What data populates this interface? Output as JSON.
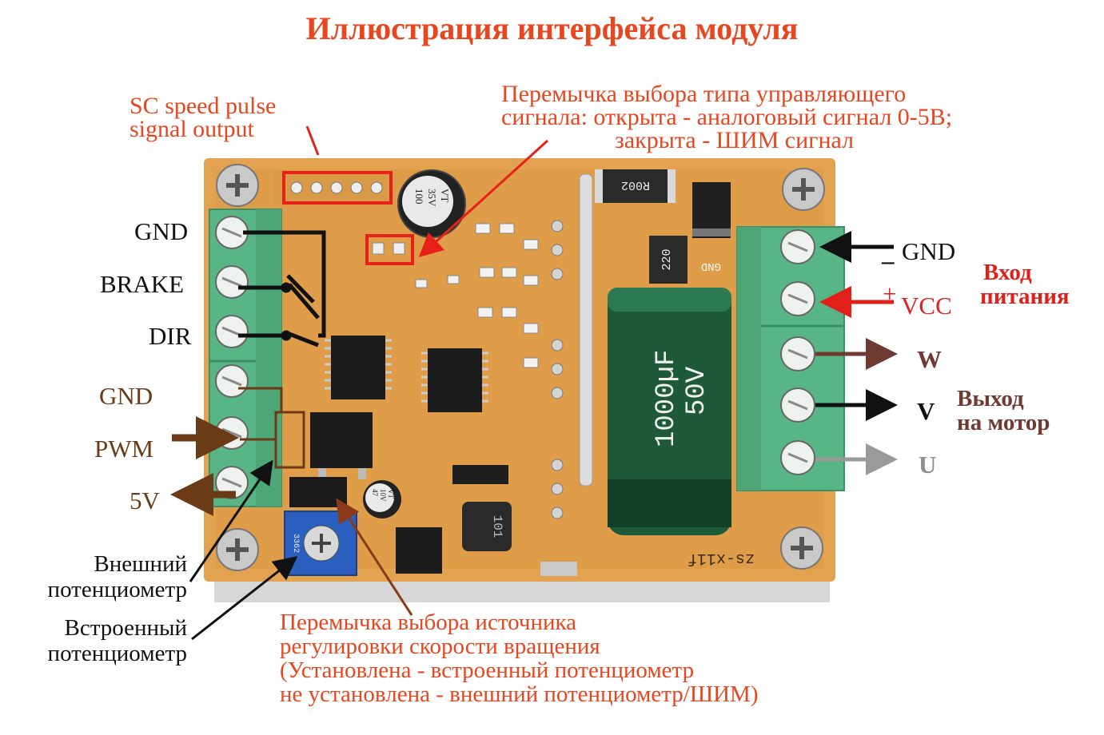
{
  "title": "Иллюстрация интерфейса модуля",
  "notes": {
    "sc_output": [
      "SC speed pulse",
      "signal output"
    ],
    "signal_jumper": [
      "Перемычка выбора типа управляющего",
      "сигнала: открыта - аналоговый сигнал 0-5В;",
      "закрыта - ШИМ сигнал"
    ],
    "speed_jumper": [
      "Перемычка выбора источника",
      "регулировки скорости вращения",
      "(Установлена - встроенный потенциометр",
      "не установлена - внешний потенциометр/ШИМ)"
    ],
    "external_pot": [
      "Внешний",
      "потенциометр"
    ],
    "internal_pot": [
      "Встроенный",
      "потенциометр"
    ]
  },
  "left_terminals": {
    "gnd_top": "GND",
    "brake": "BRAKE",
    "dir": "DIR",
    "gnd_bottom": "GND",
    "pwm": "PWM",
    "v5": "5V"
  },
  "right_terminals": {
    "gnd_minus": "_",
    "gnd": "GND",
    "vcc_plus": "+",
    "vcc": "VCC",
    "w": "W",
    "v": "V",
    "u": "U"
  },
  "group_labels": {
    "power_input": [
      "Вход",
      "питания"
    ],
    "motor_output": [
      "Выход",
      "на мотор"
    ]
  },
  "board_marks": {
    "cap_small_top": [
      "100",
      "35V",
      "VT"
    ],
    "cap_big": [
      "1000µF",
      "50V"
    ],
    "resistor_top": "R002",
    "resistor_mid": "220",
    "gnd_silk": "GND",
    "brand": "zs-x11f",
    "cap_small_bottom": [
      "47",
      "10V",
      "VT"
    ],
    "inductor": "101",
    "pot_code": "3362"
  },
  "colors": {
    "annotation_red": "#e8461f",
    "power_red": "#e0201a",
    "pwm_brown": "#6b3a16",
    "w_maroon": "#6e3a32",
    "u_grey": "#8e8e8e",
    "terminal_green": "#58b585",
    "pcb_orange": "#e3a24f"
  }
}
